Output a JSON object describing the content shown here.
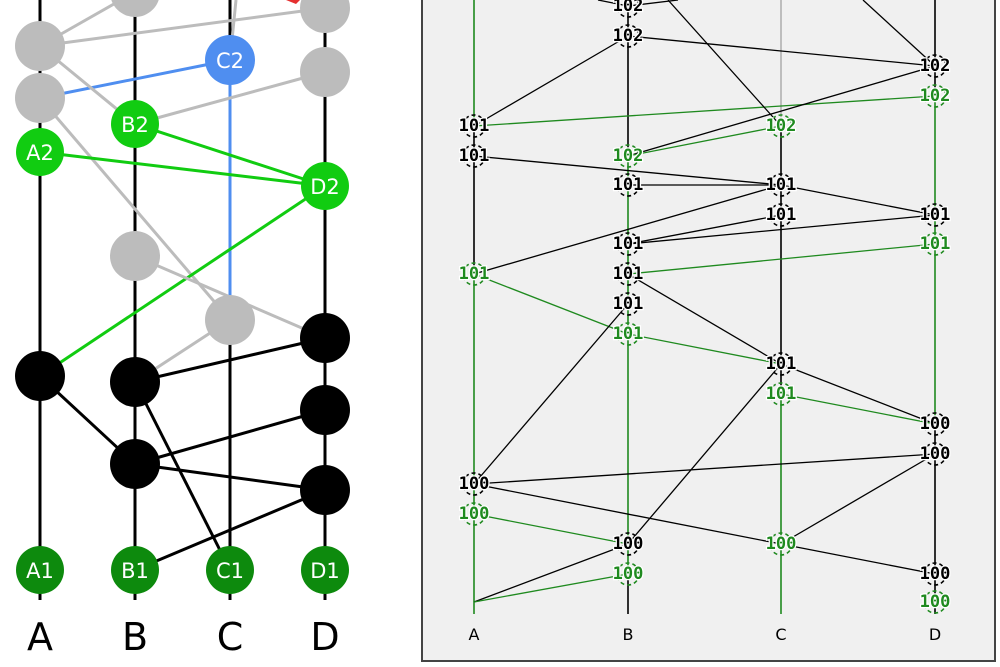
{
  "left_diagram": {
    "axis_labels": [
      "A",
      "B",
      "C",
      "D"
    ],
    "nodes": [
      {
        "id": "g-top-b",
        "lane": "B",
        "kind": "gray",
        "label": ""
      },
      {
        "id": "g-top-d",
        "lane": "D",
        "kind": "gray",
        "label": ""
      },
      {
        "id": "g-a1",
        "lane": "A",
        "kind": "gray",
        "label": ""
      },
      {
        "id": "c2",
        "lane": "C",
        "kind": "blue",
        "label": "C2"
      },
      {
        "id": "g-d2",
        "lane": "D",
        "kind": "gray",
        "label": ""
      },
      {
        "id": "g-a2",
        "lane": "A",
        "kind": "gray",
        "label": ""
      },
      {
        "id": "b2",
        "lane": "B",
        "kind": "green",
        "label": "B2"
      },
      {
        "id": "a2",
        "lane": "A",
        "kind": "green",
        "label": "A2"
      },
      {
        "id": "d2",
        "lane": "D",
        "kind": "green",
        "label": "D2"
      },
      {
        "id": "g-b3",
        "lane": "B",
        "kind": "gray",
        "label": ""
      },
      {
        "id": "g-c3",
        "lane": "C",
        "kind": "gray",
        "label": ""
      },
      {
        "id": "k-d1",
        "lane": "D",
        "kind": "black",
        "label": ""
      },
      {
        "id": "k-a",
        "lane": "A",
        "kind": "black",
        "label": ""
      },
      {
        "id": "k-b1",
        "lane": "B",
        "kind": "black",
        "label": ""
      },
      {
        "id": "k-d2",
        "lane": "D",
        "kind": "black",
        "label": ""
      },
      {
        "id": "k-b2",
        "lane": "B",
        "kind": "black",
        "label": ""
      },
      {
        "id": "k-d3",
        "lane": "D",
        "kind": "black",
        "label": ""
      },
      {
        "id": "a1",
        "lane": "A",
        "kind": "darkgreen",
        "label": "A1"
      },
      {
        "id": "b1",
        "lane": "B",
        "kind": "darkgreen",
        "label": "B1"
      },
      {
        "id": "c1",
        "lane": "C",
        "kind": "darkgreen",
        "label": "C1"
      },
      {
        "id": "d1",
        "lane": "D",
        "kind": "darkgreen",
        "label": "D1"
      }
    ],
    "edges": [
      {
        "from": "g-a1",
        "to": "g-top-b",
        "kind": "gray"
      },
      {
        "from": "g-a1",
        "to": "g-top-d",
        "kind": "gray"
      },
      {
        "from": "g-a2",
        "to": "c2",
        "kind": "blue"
      },
      {
        "from": "c2",
        "to": "g-c3",
        "kind": "blue"
      },
      {
        "from": "g-a1",
        "to": "b2",
        "kind": "gray"
      },
      {
        "from": "b2",
        "to": "g-d2",
        "kind": "gray"
      },
      {
        "from": "g-a2",
        "to": "g-c3",
        "kind": "gray"
      },
      {
        "from": "b2",
        "to": "d2",
        "kind": "green"
      },
      {
        "from": "a2",
        "to": "d2",
        "kind": "green"
      },
      {
        "from": "k-a",
        "to": "d2",
        "kind": "green"
      },
      {
        "from": "g-b3",
        "to": "k-d1",
        "kind": "gray"
      },
      {
        "from": "k-b1",
        "to": "g-c3",
        "kind": "gray"
      },
      {
        "from": "k-b1",
        "to": "k-d1",
        "kind": "black"
      },
      {
        "from": "k-a",
        "to": "k-b2",
        "kind": "black"
      },
      {
        "from": "k-b1",
        "to": "c1",
        "kind": "black"
      },
      {
        "from": "k-b2",
        "to": "k-d2",
        "kind": "black"
      },
      {
        "from": "k-b2",
        "to": "k-d3",
        "kind": "black"
      },
      {
        "from": "b1",
        "to": "k-d3",
        "kind": "black"
      }
    ]
  },
  "right_diagram": {
    "axis_labels": [
      "A",
      "B",
      "C",
      "D"
    ],
    "nodes": [
      {
        "id": "r-b-102a",
        "lane": "B",
        "kind": "black",
        "label": "102"
      },
      {
        "id": "r-b-102b",
        "lane": "B",
        "kind": "black",
        "label": "102"
      },
      {
        "id": "r-d-102a",
        "lane": "D",
        "kind": "black",
        "label": "102"
      },
      {
        "id": "r-d-102b",
        "lane": "D",
        "kind": "green",
        "label": "102"
      },
      {
        "id": "r-a-101a",
        "lane": "A",
        "kind": "black",
        "label": "101"
      },
      {
        "id": "r-c-102",
        "lane": "C",
        "kind": "green",
        "label": "102"
      },
      {
        "id": "r-a-101b",
        "lane": "A",
        "kind": "black",
        "label": "101"
      },
      {
        "id": "r-b-102c",
        "lane": "B",
        "kind": "green",
        "label": "102"
      },
      {
        "id": "r-b-101a",
        "lane": "B",
        "kind": "black",
        "label": "101"
      },
      {
        "id": "r-c-101a",
        "lane": "C",
        "kind": "black",
        "label": "101"
      },
      {
        "id": "r-c-101b",
        "lane": "C",
        "kind": "black",
        "label": "101"
      },
      {
        "id": "r-d-101a",
        "lane": "D",
        "kind": "black",
        "label": "101"
      },
      {
        "id": "r-b-101b",
        "lane": "B",
        "kind": "black",
        "label": "101"
      },
      {
        "id": "r-d-101b",
        "lane": "D",
        "kind": "green",
        "label": "101"
      },
      {
        "id": "r-a-101c",
        "lane": "A",
        "kind": "green",
        "label": "101"
      },
      {
        "id": "r-b-101c",
        "lane": "B",
        "kind": "black",
        "label": "101"
      },
      {
        "id": "r-b-101d",
        "lane": "B",
        "kind": "black",
        "label": "101"
      },
      {
        "id": "r-b-101e",
        "lane": "B",
        "kind": "green",
        "label": "101"
      },
      {
        "id": "r-c-101c",
        "lane": "C",
        "kind": "black",
        "label": "101"
      },
      {
        "id": "r-c-101d",
        "lane": "C",
        "kind": "green",
        "label": "101"
      },
      {
        "id": "r-d-100a",
        "lane": "D",
        "kind": "black",
        "label": "100"
      },
      {
        "id": "r-d-100b",
        "lane": "D",
        "kind": "black",
        "label": "100"
      },
      {
        "id": "r-a-100a",
        "lane": "A",
        "kind": "black",
        "label": "100"
      },
      {
        "id": "r-a-100b",
        "lane": "A",
        "kind": "green",
        "label": "100"
      },
      {
        "id": "r-b-100a",
        "lane": "B",
        "kind": "black",
        "label": "100"
      },
      {
        "id": "r-c-100",
        "lane": "C",
        "kind": "green",
        "label": "100"
      },
      {
        "id": "r-b-100b",
        "lane": "B",
        "kind": "green",
        "label": "100"
      },
      {
        "id": "r-d-100c",
        "lane": "D",
        "kind": "black",
        "label": "100"
      },
      {
        "id": "r-d-100d",
        "lane": "D",
        "kind": "green",
        "label": "100"
      }
    ],
    "edges": [
      {
        "from": "r-b-102b",
        "to": "r-d-102a",
        "kind": "black"
      },
      {
        "from": "r-a-101a",
        "to": "r-b-102b",
        "kind": "black"
      },
      {
        "from": "r-a-101a",
        "to": "r-d-102b",
        "kind": "green"
      },
      {
        "from": "r-b-102c",
        "to": "r-d-102a",
        "kind": "black"
      },
      {
        "from": "r-b-102c",
        "to": "r-c-102",
        "kind": "green"
      },
      {
        "from": "r-a-101b",
        "to": "r-c-101a",
        "kind": "black"
      },
      {
        "from": "r-b-101a",
        "to": "r-c-101a",
        "kind": "black"
      },
      {
        "from": "r-c-101a",
        "to": "r-d-101a",
        "kind": "black"
      },
      {
        "from": "r-b-101b",
        "to": "r-c-101b",
        "kind": "black"
      },
      {
        "from": "r-b-101b",
        "to": "r-d-101a",
        "kind": "black"
      },
      {
        "from": "r-b-101c",
        "to": "r-d-101b",
        "kind": "green"
      },
      {
        "from": "r-a-101c",
        "to": "r-c-101a",
        "kind": "black"
      },
      {
        "from": "r-a-101c",
        "to": "r-b-101e",
        "kind": "green"
      },
      {
        "from": "r-b-101e",
        "to": "r-c-101c",
        "kind": "green"
      },
      {
        "from": "r-b-101c",
        "to": "r-c-101c",
        "kind": "black"
      },
      {
        "from": "r-c-101c",
        "to": "r-d-100a",
        "kind": "black"
      },
      {
        "from": "r-c-101d",
        "to": "r-d-100a",
        "kind": "green"
      },
      {
        "from": "r-a-100a",
        "to": "r-b-101d",
        "kind": "black"
      },
      {
        "from": "r-a-100a",
        "to": "r-d-100b",
        "kind": "black"
      },
      {
        "from": "r-a-100a",
        "to": "r-c-100",
        "kind": "black"
      },
      {
        "from": "r-a-100b",
        "to": "r-b-100a",
        "kind": "green"
      },
      {
        "from": "r-c-100",
        "to": "r-d-100c",
        "kind": "black"
      },
      {
        "from": "r-c-100",
        "to": "r-d-100b",
        "kind": "black"
      },
      {
        "from": "r-b-100a",
        "to": "r-c-101c",
        "kind": "black"
      },
      {
        "from": "r-a-base",
        "to": "r-b-100a",
        "kind": "black"
      },
      {
        "from": "r-a-base",
        "to": "r-b-100b",
        "kind": "green"
      }
    ]
  },
  "colors": {
    "gray_node": "#bcbcbc",
    "gray_edge": "#bcbcbc",
    "blue": "#4f8ef0",
    "green": "#11cc11",
    "dark_green": "#0d8a0d",
    "black": "#000000",
    "right_green": "#1f8a1f",
    "panel_bg": "#f0f0f0",
    "accent_red": "#e53030"
  }
}
